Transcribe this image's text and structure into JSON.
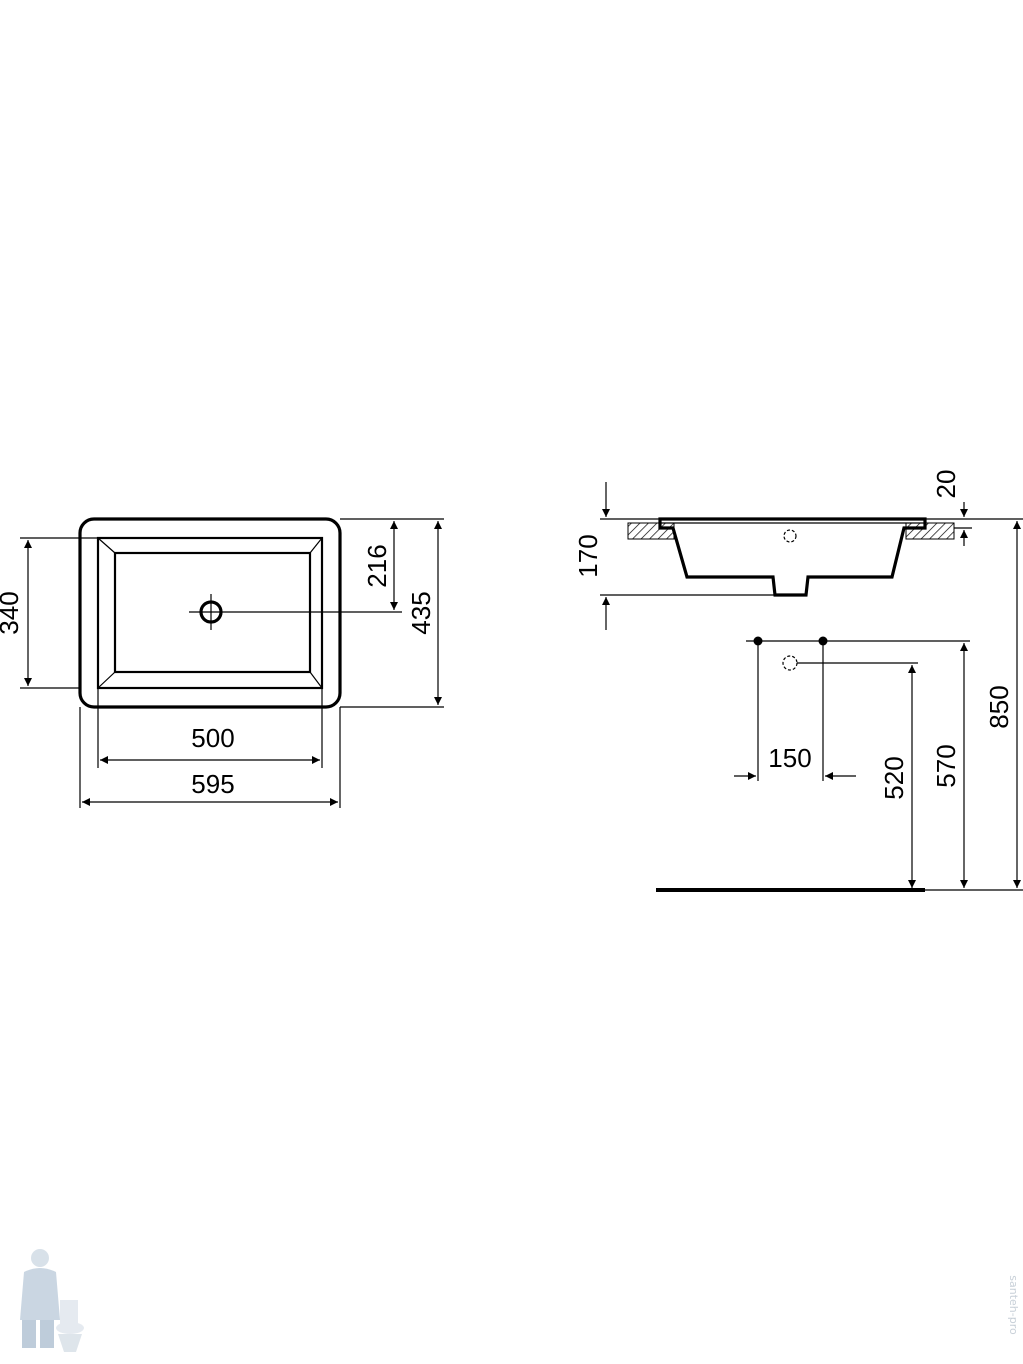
{
  "top_view": {
    "dims": {
      "inner_depth": "340",
      "drain_offset": "216",
      "outer_depth": "435",
      "inner_width": "500",
      "outer_width": "595"
    }
  },
  "side_view": {
    "dims": {
      "rim_thickness": "20",
      "basin_height": "170",
      "tap_spacing": "150",
      "drain_height": "520",
      "supply_height": "570",
      "rim_height": "850"
    }
  },
  "watermark": {
    "text": "santeh-pro"
  }
}
